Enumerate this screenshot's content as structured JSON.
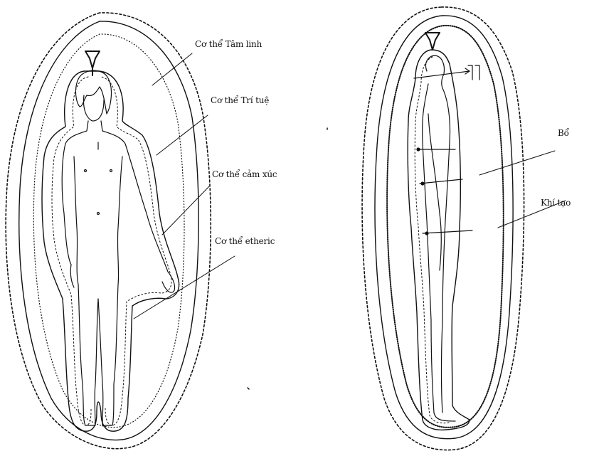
{
  "left_figure": {
    "labels": [
      {
        "key": "spiritual",
        "text": "Cơ thể Tâm linh"
      },
      {
        "key": "mental",
        "text": "Cơ thể Trí tuệ"
      },
      {
        "key": "emotional",
        "text": "Cơ thể cảm xúc"
      },
      {
        "key": "etheric",
        "text": "Cơ thể etheric"
      }
    ]
  },
  "right_figure": {
    "labels": [
      {
        "key": "top",
        "text": "Bổ"
      },
      {
        "key": "bottom",
        "text": "Khí tạo"
      }
    ]
  },
  "colors": {
    "ink": "#111111",
    "paper": "#ffffff"
  }
}
